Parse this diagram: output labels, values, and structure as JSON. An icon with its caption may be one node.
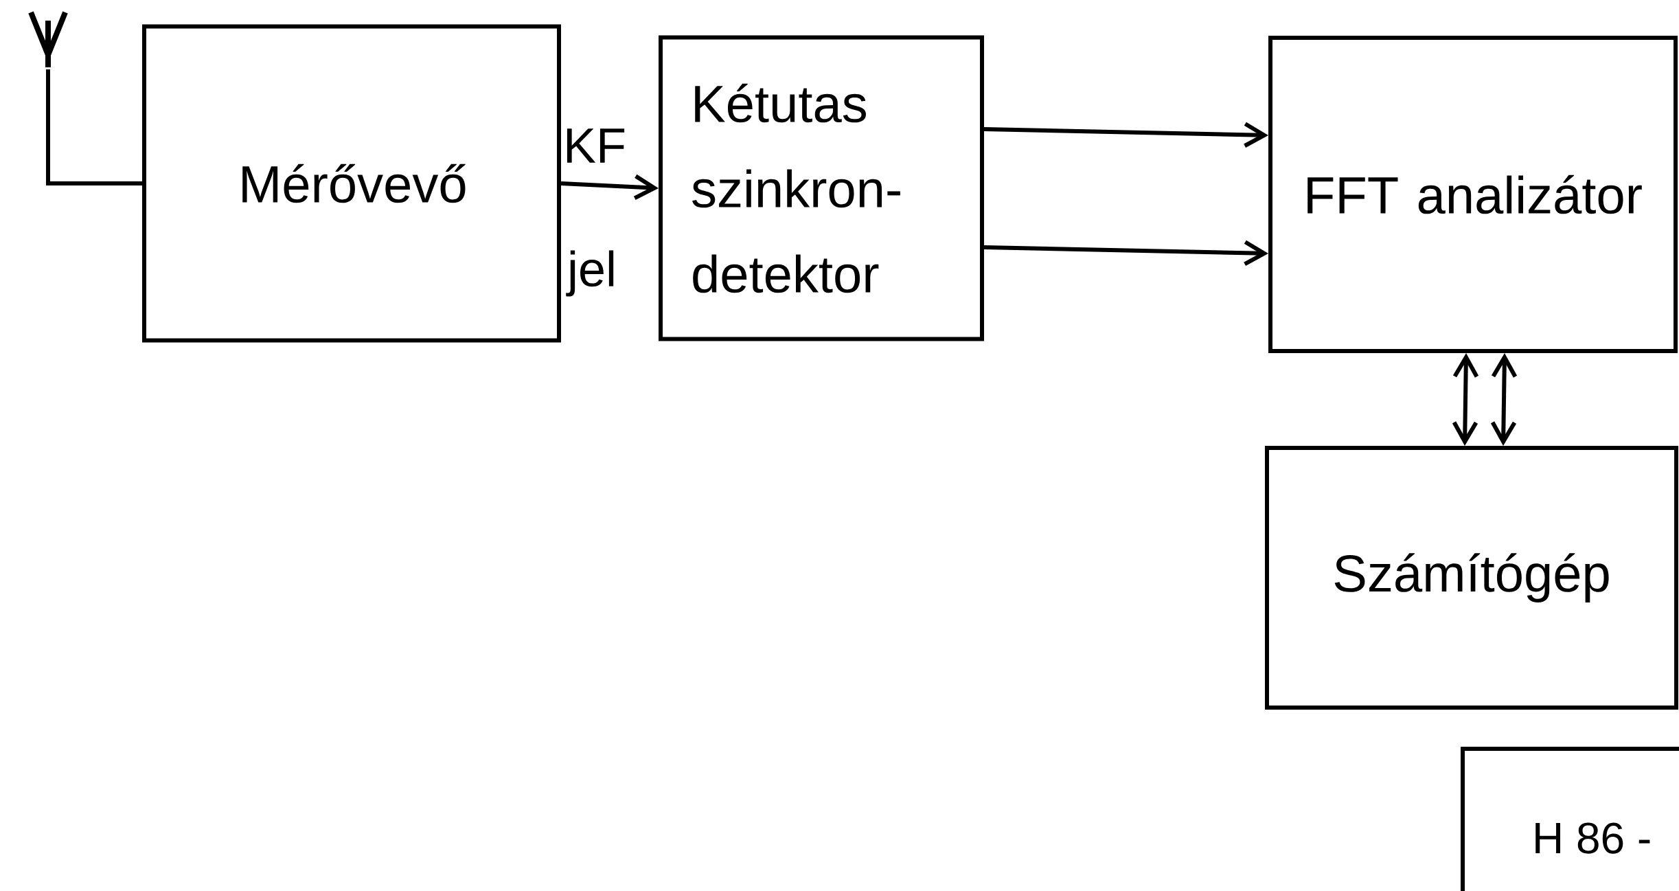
{
  "diagram": {
    "nodes": [
      {
        "text": [],
        "shape": "antenna"
      },
      {
        "text": [
          "Mérővevő"
        ]
      },
      {
        "text": [
          "Kétutas szinkron- detektor"
        ]
      },
      {
        "text": [
          "FFT analizátor"
        ]
      },
      {
        "text": [
          "Számítógép"
        ]
      },
      {
        "text": [
          "H 86 -"
        ]
      }
    ],
    "edges": [
      {
        "from": 0,
        "to": 1,
        "arrow": "none"
      },
      {
        "from": 1,
        "to": 2,
        "arrow": "to"
      },
      {
        "from": 2,
        "to": 3,
        "arrow": "to"
      },
      {
        "from": 2,
        "to": 3,
        "arrow": "to"
      },
      {
        "from": 3,
        "to": 4,
        "arrow": "both"
      },
      {
        "from": 3,
        "to": 4,
        "arrow": "both"
      }
    ],
    "labels": [
      "KF",
      "jel"
    ]
  }
}
